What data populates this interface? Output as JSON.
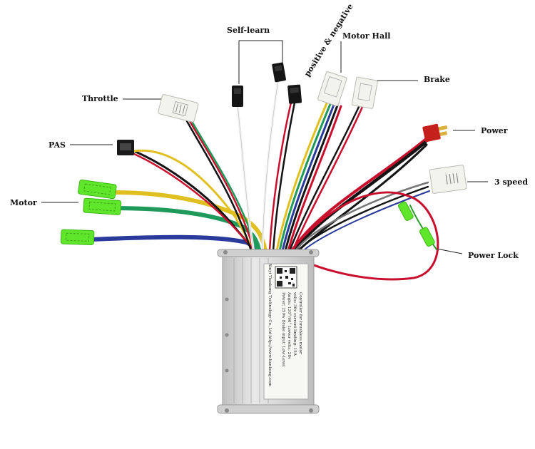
{
  "labels": {
    "self_learn": "Self-learn",
    "positive_negative": "positive & negative",
    "motor_hall": "Motor Hall",
    "brake": "Brake",
    "throttle": "Throttle",
    "power": "Power",
    "pas": "PAS",
    "three_speed": "3 speed",
    "motor": "Motor",
    "power_lock": "Power Lock"
  },
  "plate": {
    "line1": "Controller for brushless motor",
    "line2": "volts: 36v   current limiting: 15A",
    "line3": "Angle: 120°/60°  Lower volts: 28v",
    "line4": "Power: 250w   Brake input: Low-Level",
    "line5": "Xinyi Tiankong Technology Co.,Ltd  http://www.tiankong.com"
  },
  "colors": {
    "housing": "#d9d9d9",
    "connector": "#f3f3ee",
    "connector_green": "#5fe52a",
    "power_plug": "#c4201c",
    "wire_red": "#c8102e",
    "wire_yellow": "#e0c020",
    "wire_green": "#1f9a5a",
    "wire_blue": "#2a3a9a",
    "wire_black": "#141414"
  }
}
